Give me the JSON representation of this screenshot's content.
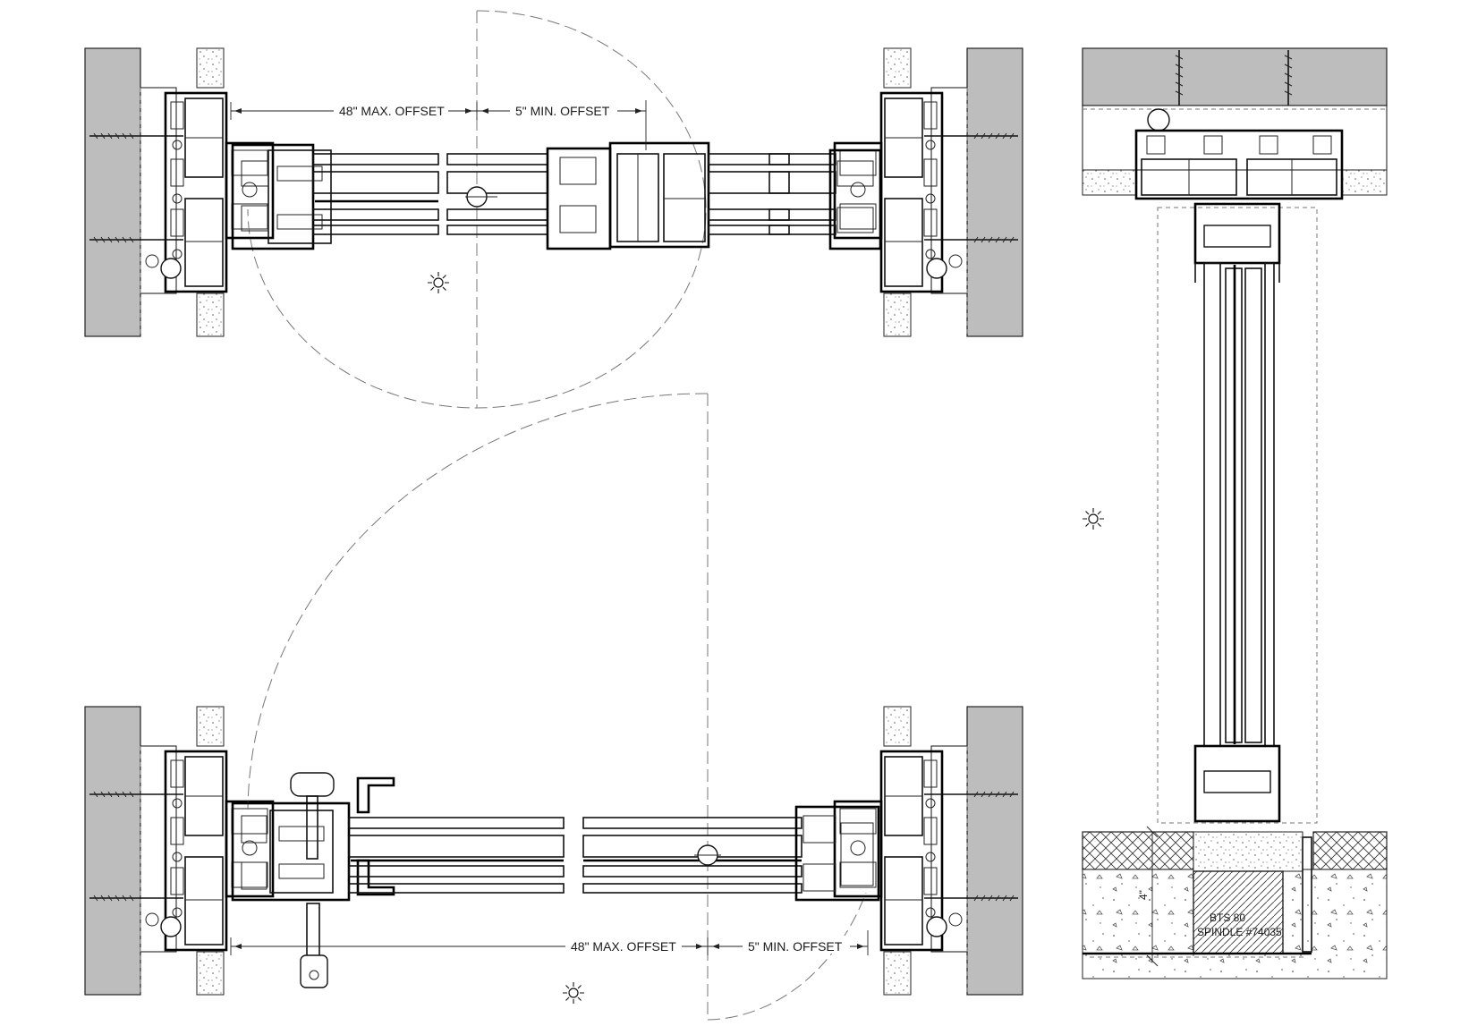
{
  "labels": {
    "top_max_offset": "48\" MAX. OFFSET",
    "top_min_offset": "5\" MIN. OFFSET",
    "bottom_max_offset": "48\" MAX. OFFSET",
    "bottom_min_offset": "5\" MIN. OFFSET",
    "closer_model": "BTS 80",
    "spindle": "SPINDLE #74035",
    "depth_dim": "4\""
  },
  "icons": [
    "sun-symbol-icon",
    "screw-icon",
    "pivot-point-icon",
    "door-pull-handle-icon"
  ],
  "colors": {
    "wall_fill": "#bdbdbd",
    "line": "#111111",
    "swing_arc": "#777777"
  }
}
